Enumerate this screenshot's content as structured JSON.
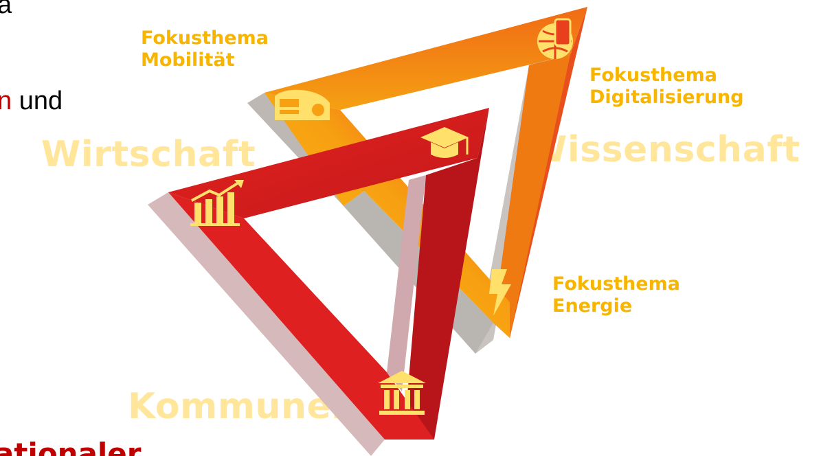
{
  "slide": {
    "top_text_fragment": "a",
    "line2": {
      "accent_fragment": "n",
      "rest": " und"
    },
    "bottom_fragment": "ationaler"
  },
  "sectors": {
    "wirtschaft": "Wirtschaft",
    "wissenschaft": "Wissenschaft",
    "kommunen": "Kommunen"
  },
  "focus_topics": {
    "mobilitaet": {
      "line1": "Fokusthema",
      "line2": "Mobilität"
    },
    "digitalisierung": {
      "line1": "Fokusthema",
      "line2": "Digitalisierung"
    },
    "energie": {
      "line1": "Fokusthema",
      "line2": "Energie"
    }
  },
  "icons": {
    "mobility": "train-icon",
    "digital": "globe-phone-icon",
    "education": "graduation-cap-icon",
    "economy": "growth-chart-icon",
    "energy": "lightning-icon",
    "municipal": "government-building-icon"
  },
  "colors": {
    "red": "#d61f1f",
    "orange": "#f39a10",
    "yellow": "#f7b500",
    "pale_label": "#ffe69a",
    "accent_text": "#c00000"
  }
}
